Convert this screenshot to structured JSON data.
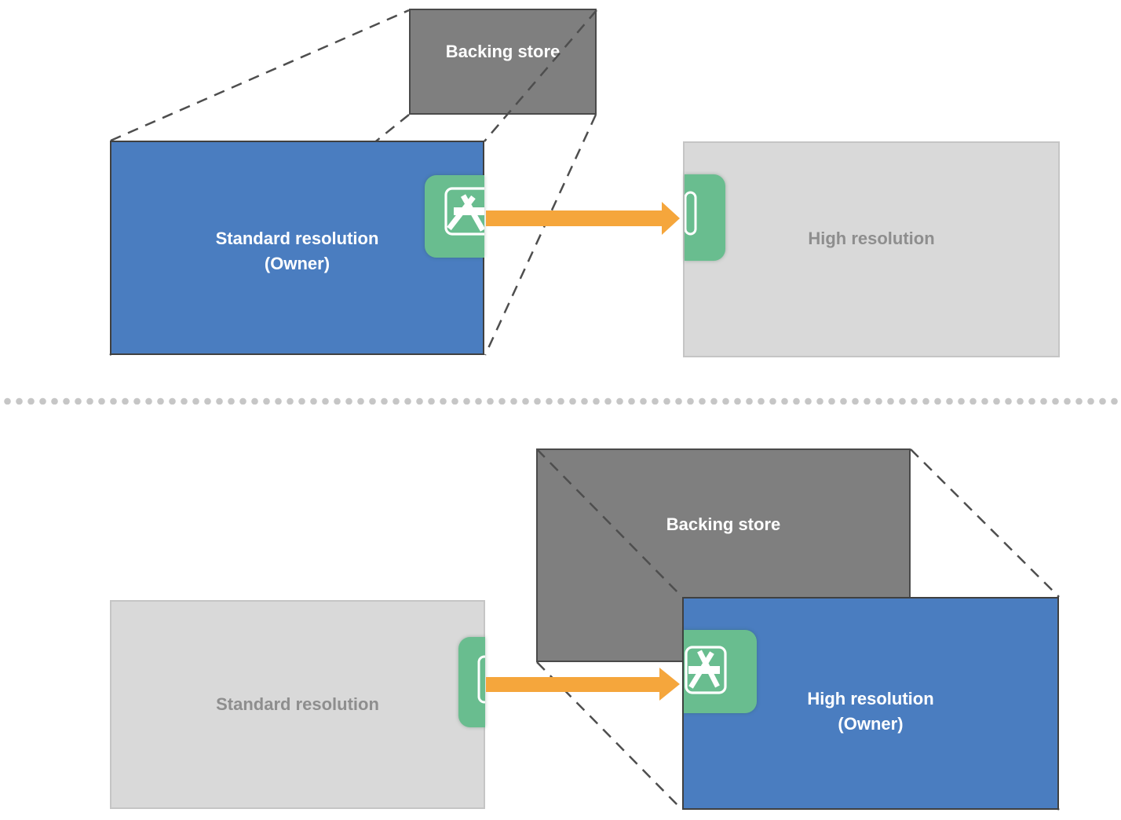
{
  "figure": {
    "description_colors": {
      "blue_owner_box": "#4a7dc0",
      "backing_store_gray": "#7f7f7f",
      "non_owner_light_gray": "#d9d9d9",
      "app_icon_green": "#69bd8f",
      "arrow_orange": "#f5a63c",
      "dashed_line": "#4e4e4e",
      "divider_dot": "#c6c6c6",
      "gray_label_text": "#8e8e8e",
      "white_label_text": "#ffffff"
    }
  },
  "top_diagram": {
    "backing_store": {
      "label": "Backing store"
    },
    "standard": {
      "label_line1": "Standard resolution",
      "label_line2": "(Owner)"
    },
    "high": {
      "label": "High resolution"
    },
    "icon": "app-store-icon",
    "arrow": "right-arrow"
  },
  "bottom_diagram": {
    "backing_store": {
      "label": "Backing store"
    },
    "standard": {
      "label": "Standard resolution"
    },
    "high": {
      "label_line1": "High resolution",
      "label_line2": "(Owner)"
    },
    "icon": "app-store-icon",
    "arrow": "right-arrow"
  }
}
